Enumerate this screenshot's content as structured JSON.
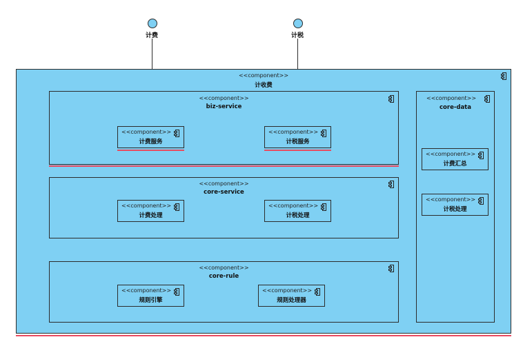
{
  "interfaces": {
    "billing": {
      "label": "计费"
    },
    "tax": {
      "label": "计税"
    }
  },
  "stereotype": "<<component>>",
  "root": {
    "name": "计收费"
  },
  "biz_service": {
    "name": "biz-service",
    "billing_service": {
      "name": "计费服务"
    },
    "tax_service": {
      "name": "计税服务"
    }
  },
  "core_service": {
    "name": "core-service",
    "billing_processing": {
      "name": "计费处理"
    },
    "tax_processing": {
      "name": "计税处理"
    }
  },
  "core_rule": {
    "name": "core-rule",
    "rule_engine": {
      "name": "规则引擎"
    },
    "rule_processor": {
      "name": "规则处理器"
    }
  },
  "core_data": {
    "name": "core-data",
    "billing_summary": {
      "name": "计费汇总"
    },
    "tax_processing": {
      "name": "计税处理"
    }
  },
  "colors": {
    "component_fill": "#7fd0f3",
    "border": "#2b2b2b",
    "highlight": "#e84a5f"
  }
}
